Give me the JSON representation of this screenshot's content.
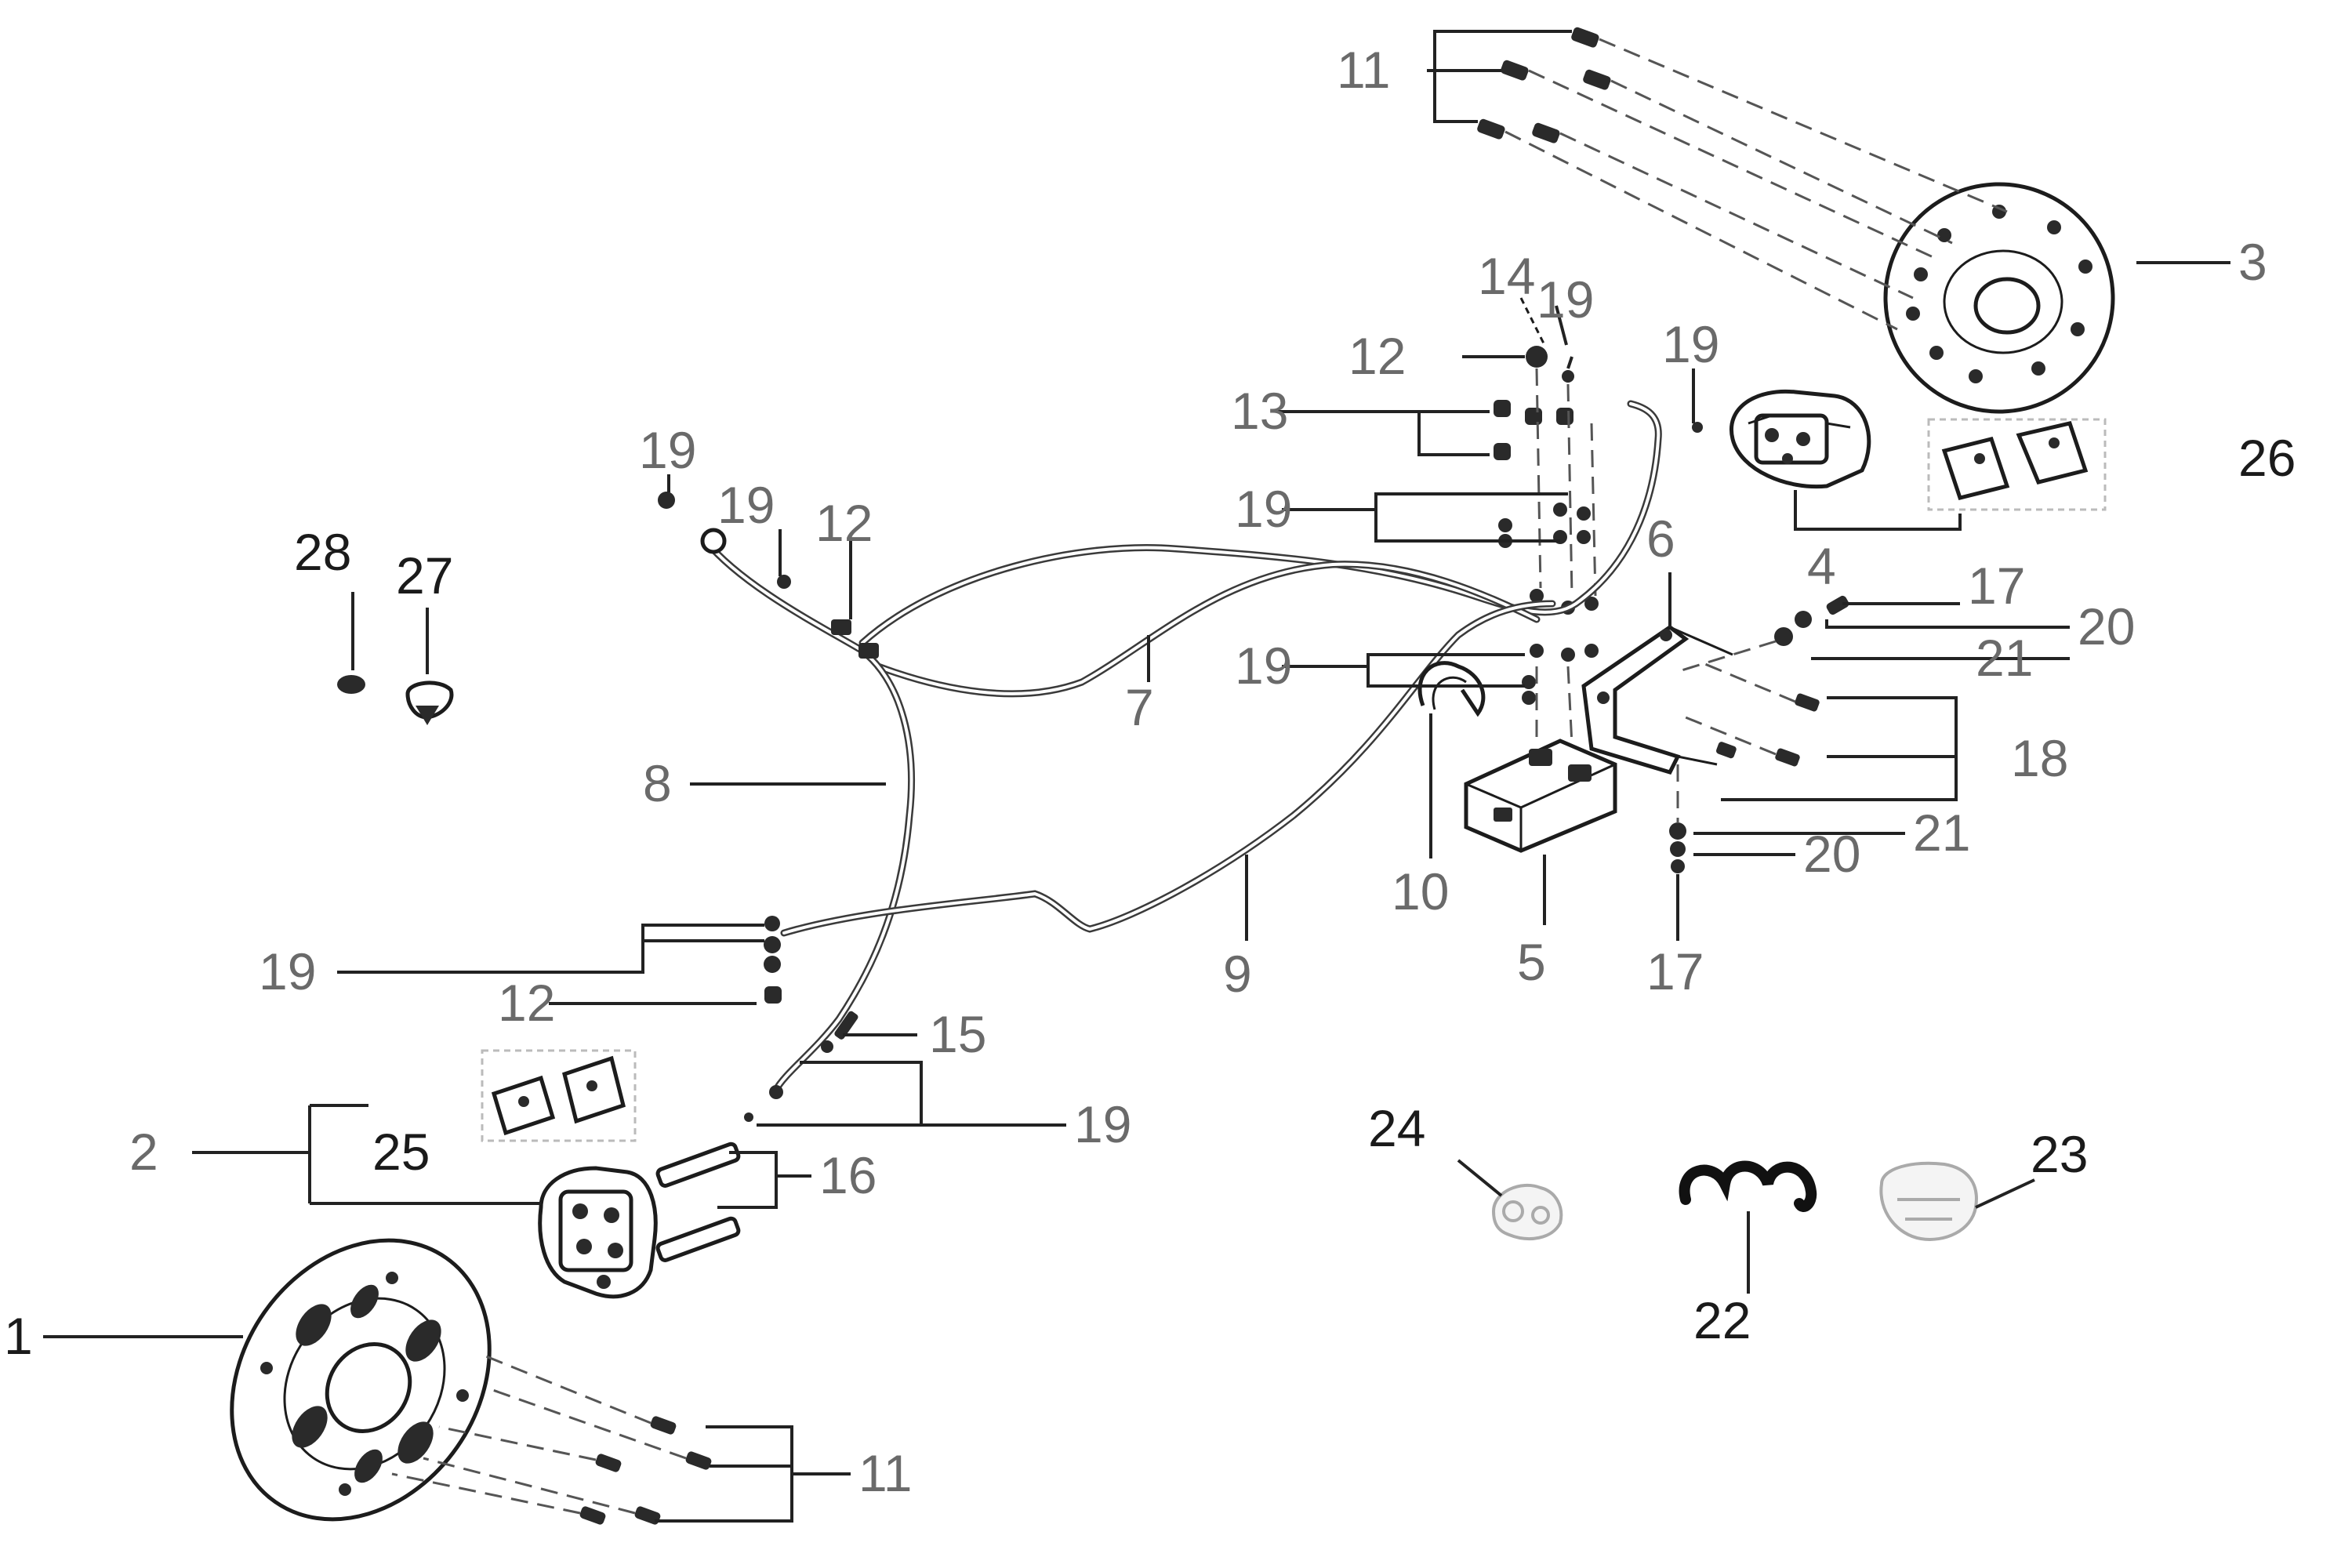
{
  "callouts": {
    "c1": "1",
    "c2": "2",
    "c3": "3",
    "c4": "4",
    "c5": "5",
    "c6": "6",
    "c7": "7",
    "c8": "8",
    "c9": "9",
    "c10": "10",
    "c11a": "11",
    "c11b": "11",
    "c12a": "12",
    "c12b": "12",
    "c12c": "12",
    "c13": "13",
    "c14": "14",
    "c15": "15",
    "c16": "16",
    "c17a": "17",
    "c17b": "17",
    "c18": "18",
    "c19a": "19",
    "c19b": "19",
    "c19c": "19",
    "c19d": "19",
    "c19e": "19",
    "c19f": "19",
    "c19g": "19",
    "c19h": "19",
    "c20a": "20",
    "c20b": "20",
    "c21a": "21",
    "c21b": "21",
    "c22": "22",
    "c23": "23",
    "c24": "24",
    "c25": "25",
    "c26": "26",
    "c27": "27",
    "c28": "28"
  }
}
